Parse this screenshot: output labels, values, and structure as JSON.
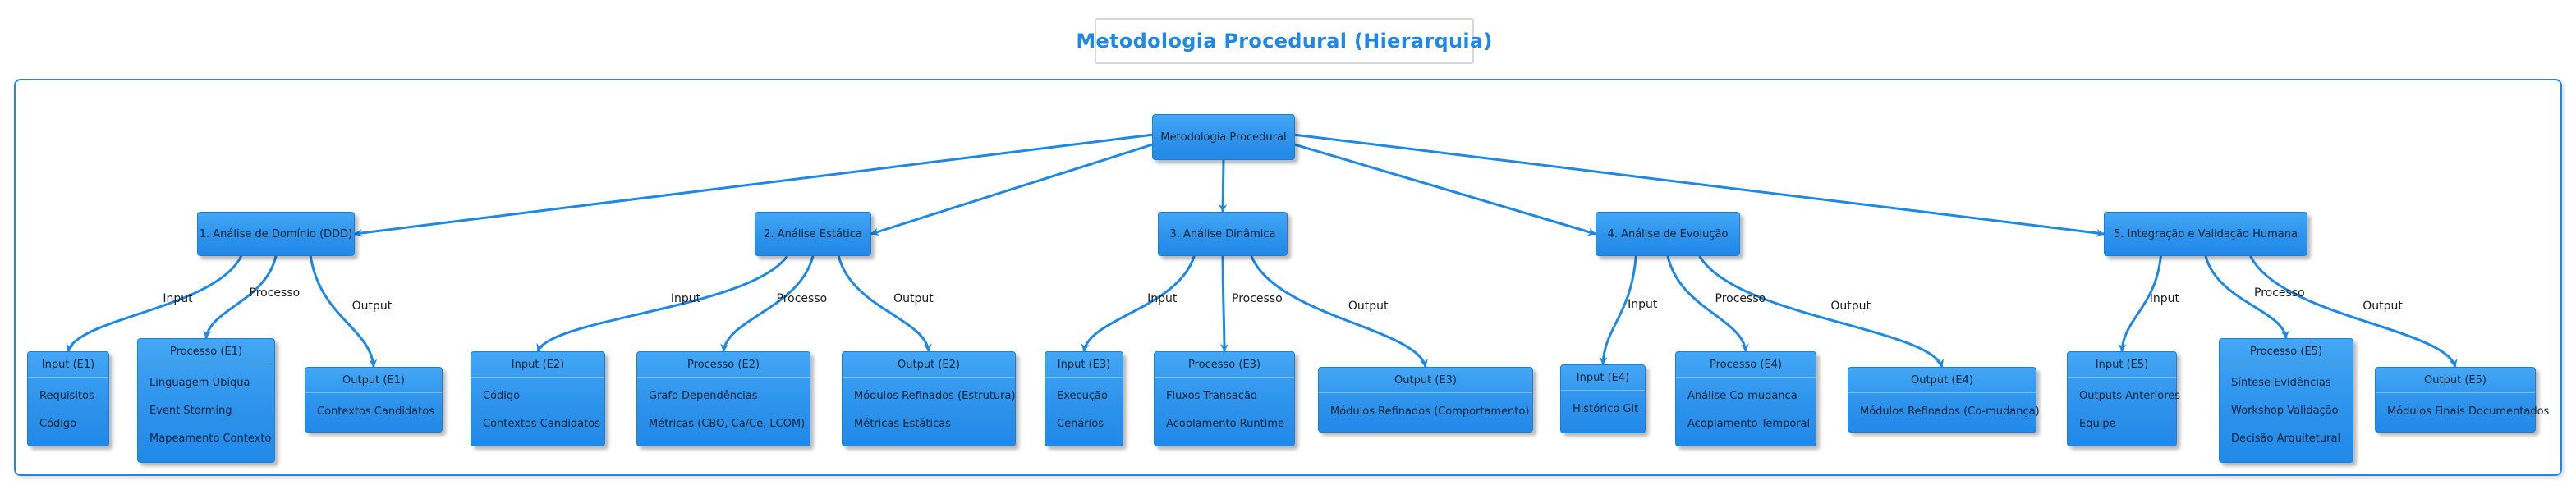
{
  "title": "Metodologia Procedural (Hierarquia)",
  "colors": {
    "accent": "#1e88e5",
    "node_fill": "#2d93ec",
    "edge": "#1e88e5"
  },
  "root": {
    "label": "Metodologia Procedural"
  },
  "phases": [
    {
      "label": "1. Análise de Domínio (DDD)",
      "edge_labels": [
        "Input",
        "Processo",
        "Output"
      ],
      "input": {
        "title": "Input (E1)",
        "items": [
          "Requisitos",
          "Código"
        ]
      },
      "process": {
        "title": "Processo (E1)",
        "items": [
          "Linguagem Ubíqua",
          "Event Storming",
          "Mapeamento Contexto"
        ]
      },
      "output": {
        "title": "Output (E1)",
        "items": [
          "Contextos Candidatos"
        ]
      }
    },
    {
      "label": "2. Análise Estática",
      "edge_labels": [
        "Input",
        "Processo",
        "Output"
      ],
      "input": {
        "title": "Input (E2)",
        "items": [
          "Código",
          "Contextos Candidatos"
        ]
      },
      "process": {
        "title": "Processo (E2)",
        "items": [
          "Grafo Dependências",
          "Métricas (CBO, Ca/Ce, LCOM)"
        ]
      },
      "output": {
        "title": "Output (E2)",
        "items": [
          "Módulos Refinados (Estrutura)",
          "Métricas Estáticas"
        ]
      }
    },
    {
      "label": "3. Análise Dinâmica",
      "edge_labels": [
        "Input",
        "Processo",
        "Output"
      ],
      "input": {
        "title": "Input (E3)",
        "items": [
          "Execução",
          "Cenários"
        ]
      },
      "process": {
        "title": "Processo (E3)",
        "items": [
          "Fluxos Transação",
          "Acoplamento Runtime"
        ]
      },
      "output": {
        "title": "Output (E3)",
        "items": [
          "Módulos Refinados (Comportamento)"
        ]
      }
    },
    {
      "label": "4. Análise de Evolução",
      "edge_labels": [
        "Input",
        "Processo",
        "Output"
      ],
      "input": {
        "title": "Input (E4)",
        "items": [
          "Histórico Git"
        ]
      },
      "process": {
        "title": "Processo (E4)",
        "items": [
          "Análise Co-mudança",
          "Acoplamento Temporal"
        ]
      },
      "output": {
        "title": "Output (E4)",
        "items": [
          "Módulos Refinados (Co-mudança)"
        ]
      }
    },
    {
      "label": "5. Integração e Validação Humana",
      "edge_labels": [
        "Input",
        "Processo",
        "Output"
      ],
      "input": {
        "title": "Input (E5)",
        "items": [
          "Outputs Anteriores",
          "Equipe"
        ]
      },
      "process": {
        "title": "Processo (E5)",
        "items": [
          "Síntese Evidências",
          "Workshop Validação",
          "Decisão Arquitetural"
        ]
      },
      "output": {
        "title": "Output (E5)",
        "items": [
          "Módulos Finais Documentados"
        ]
      }
    }
  ]
}
